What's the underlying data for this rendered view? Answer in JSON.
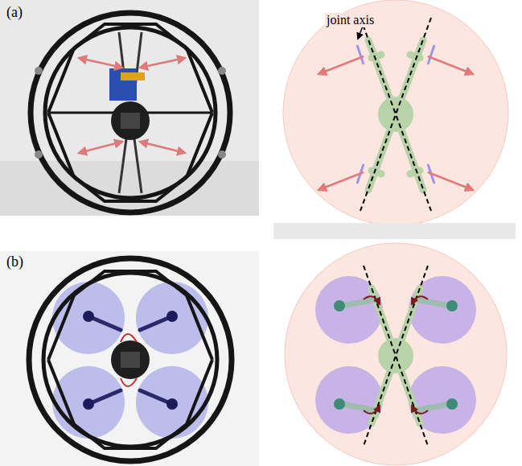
{
  "diagram": {
    "labels": [
      "(a)",
      "joint axis",
      "(b)"
    ]
  }
}
